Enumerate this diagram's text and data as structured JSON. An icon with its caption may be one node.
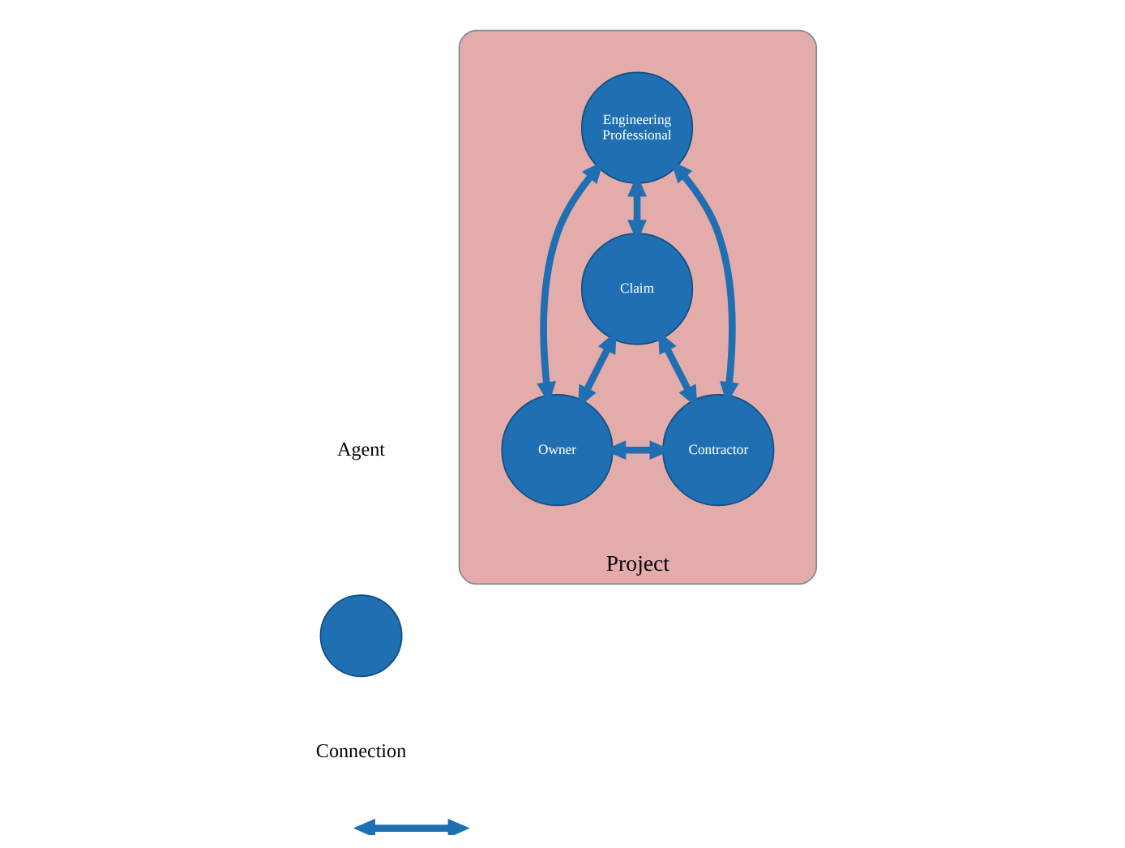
{
  "diagram": {
    "nodes": [
      {
        "text": [
          "Project"
        ]
      },
      {
        "text": [
          "Engineering Professional"
        ],
        "in": 0
      },
      {
        "text": [
          "Claim"
        ],
        "in": 0
      },
      {
        "text": [
          "Owner"
        ],
        "in": 0
      },
      {
        "text": [
          "Contractor"
        ],
        "in": 0
      },
      {
        "text": [],
        "shape": "circle"
      }
    ],
    "edges": [
      {
        "from": 1,
        "to": 3,
        "arrow": "both"
      },
      {
        "from": 1,
        "to": 2,
        "arrow": "both"
      },
      {
        "from": 1,
        "to": 4,
        "arrow": "both"
      },
      {
        "from": 3,
        "to": 2,
        "arrow": "both"
      },
      {
        "from": 2,
        "to": 4,
        "arrow": "both"
      },
      {
        "from": 3,
        "to": 4,
        "arrow": "both"
      }
    ],
    "legend": [
      {
        "text": "Agent"
      },
      {
        "text": "Connection"
      }
    ]
  }
}
